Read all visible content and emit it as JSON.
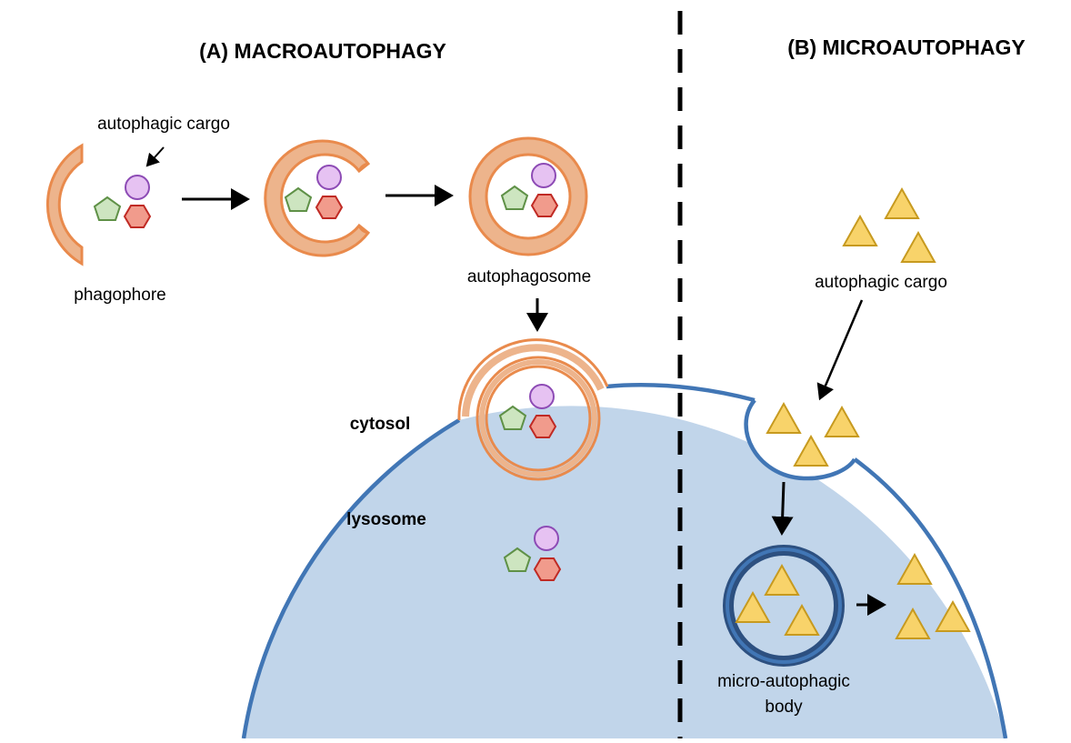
{
  "panel_a": {
    "title": "(A) MACROAUTOPHAGY",
    "labels": {
      "autophagic_cargo": "autophagic cargo",
      "phagophore": "phagophore",
      "autophagosome": "autophagosome",
      "cytosol": "cytosol",
      "lysosome": "lysosome"
    }
  },
  "panel_b": {
    "title": "(B) MICROAUTOPHAGY",
    "labels": {
      "autophagic_cargo": "autophagic cargo",
      "micro_body_line1": "micro-autophagic",
      "micro_body_line2": "body"
    }
  },
  "colors": {
    "membrane_orange": "#e98a4c",
    "membrane_fill": "#edb48c",
    "lysosome_fill": "#c1d5ea",
    "lysosome_stroke": "#4176b5",
    "micro_body_stroke": "#2d5080",
    "pentagon_fill": "#cde5c0",
    "pentagon_stroke": "#5f9147",
    "hexagon_fill": "#f19b8c",
    "hexagon_stroke": "#c02a24",
    "circle_fill": "#e6c2f2",
    "circle_stroke": "#8d4bb5",
    "triangle_fill": "#f8d36a",
    "triangle_stroke": "#c79a1f"
  }
}
